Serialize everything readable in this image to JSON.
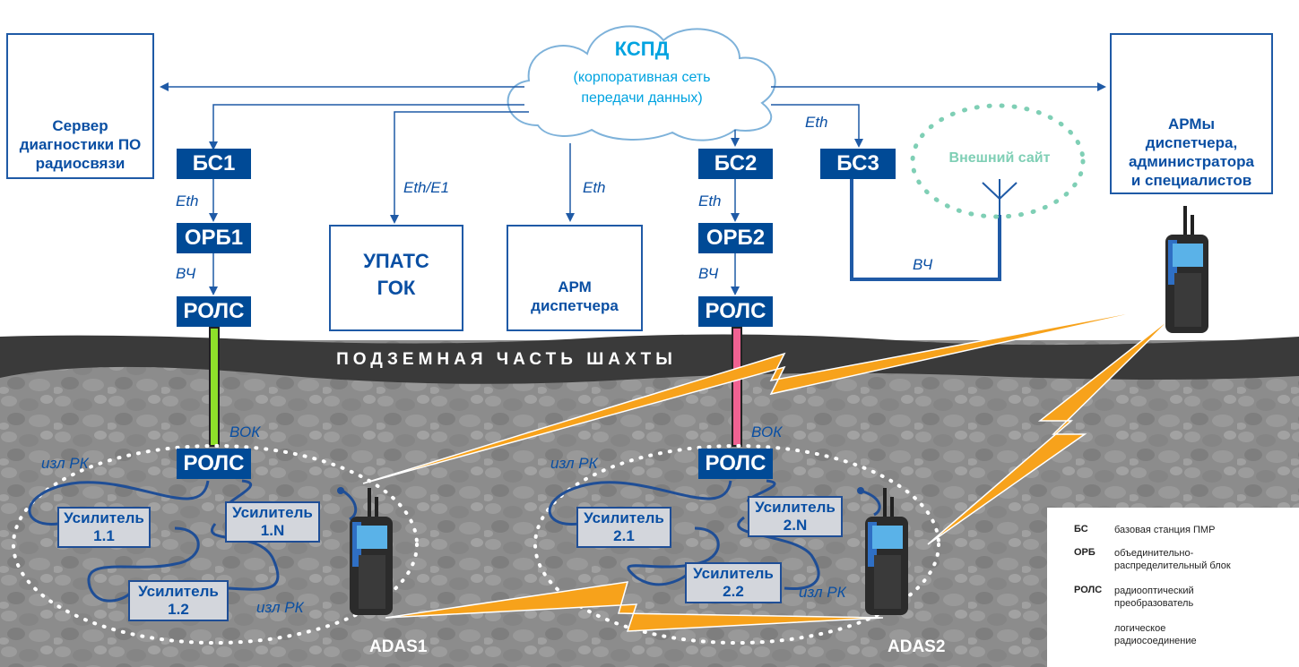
{
  "cloud": {
    "title": "КСПД",
    "line1": "(корпоративная сеть",
    "line2": "передачи данных)"
  },
  "server": {
    "line1": "Сервер",
    "line2": "диагностики ПО",
    "line3": "радиосвязи"
  },
  "arm_top": {
    "line1": "АРМы",
    "line2": "диспетчера,",
    "line3": "администратора",
    "line4": "и специалистов"
  },
  "bs1": "БС1",
  "bs2": "БС2",
  "bs3": "БС3",
  "orb1": "ОРБ1",
  "orb2": "ОРБ2",
  "rols": "РОЛС",
  "upats": {
    "line1": "УПАТС",
    "line2": "ГОК"
  },
  "arm_disp": {
    "line1": "АРМ",
    "line2": "диспетчера"
  },
  "ext_site": "Внешний сайт",
  "labels": {
    "eth": "Eth",
    "eth_e1": "Eth/E1",
    "vch": "ВЧ",
    "vok": "ВОК",
    "izl_rk": "изл РК"
  },
  "underground": "ПОДЗЕМНАЯ ЧАСТЬ ШАХТЫ",
  "amplifiers": {
    "a11": [
      "Усилитель",
      "1.1"
    ],
    "a12": [
      "Усилитель",
      "1.2"
    ],
    "a1n": [
      "Усилитель",
      "1.N"
    ],
    "a21": [
      "Усилитель",
      "2.1"
    ],
    "a22": [
      "Усилитель",
      "2.2"
    ],
    "a2n": [
      "Усилитель",
      "2.N"
    ]
  },
  "adas1": "ADAS1",
  "adas2": "ADAS2",
  "legend": [
    {
      "abbr": "БС",
      "desc": "базовая станция ПМР"
    },
    {
      "abbr": "ОРБ",
      "desc": "объединительно-распределительный блок"
    },
    {
      "abbr": "РОЛС",
      "desc": "радиооптический преобразователь"
    },
    {
      "abbr": "",
      "desc": "логическое радиосоединение"
    }
  ],
  "colors": {
    "blue": "#004a96",
    "accent": "#1f5aa6",
    "green": "#8ee02a",
    "pink": "#f06292",
    "lightning": "#f7a21b",
    "teal": "#7fcfb5",
    "cloud": "#00a3e0",
    "ground": "#8c8c8c"
  }
}
